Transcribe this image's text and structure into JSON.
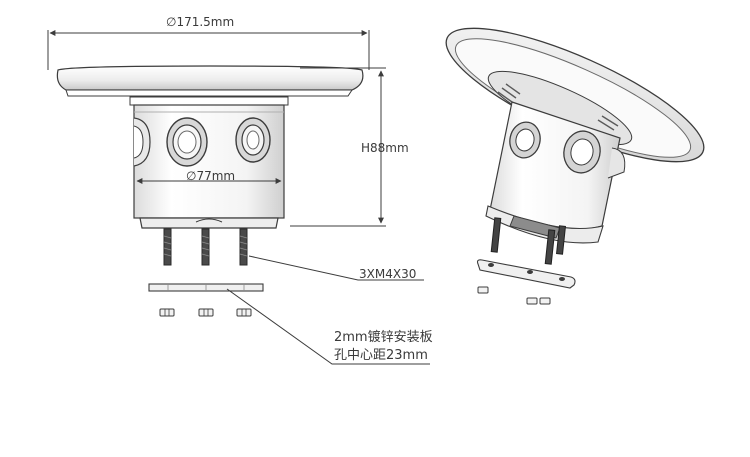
{
  "dimensions": {
    "overall_diameter": "∅171.5mm",
    "height": "H88mm",
    "body_diameter": "∅77mm"
  },
  "callouts": {
    "screws": "3XM4X30",
    "plate_line1": "2mm镀锌安装板",
    "plate_line2": "孔中心距23mm"
  },
  "colors": {
    "line": "#3c3c3c",
    "shade_light": "#f2f2f2",
    "shade_mid": "#d6d6d6",
    "screw": "#4a4a4a"
  }
}
